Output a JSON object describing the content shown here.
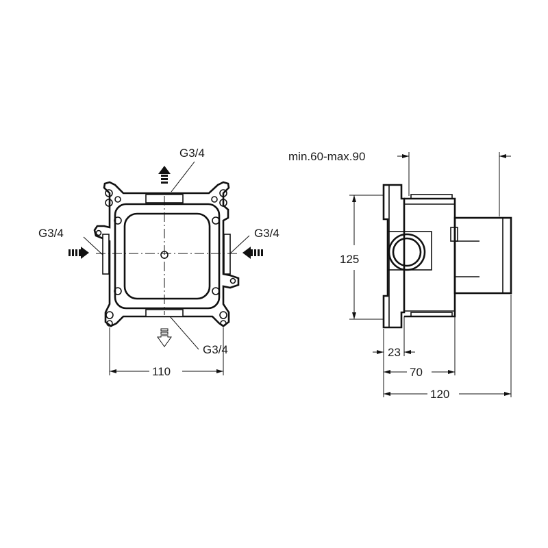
{
  "front_view": {
    "ports": {
      "top": "G3/4",
      "left": "G3/4",
      "right": "G3/4",
      "bottom": "G3/4"
    },
    "width_dimension": "110"
  },
  "side_view": {
    "depth_range": "min.60-max.90",
    "height_dimension": "125",
    "dim_23": "23",
    "dim_70": "70",
    "dim_120": "120"
  },
  "icons": {
    "inlet_arrow": "solid-arrow-icon",
    "outlet_arrow": "outline-arrow-icon"
  },
  "colors": {
    "line": "#111111",
    "background": "#ffffff"
  }
}
